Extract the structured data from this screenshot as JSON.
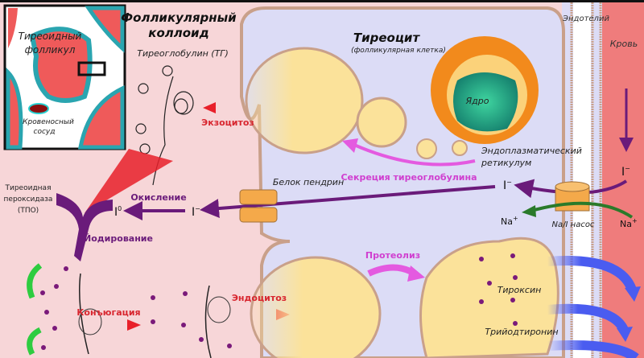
{
  "colloid": {
    "title_line1": "Фолликулярный",
    "title_line2": "коллоид",
    "thyroglobulin": "Тиреоглобулин (ТГ)"
  },
  "inset": {
    "follicle_line1": "Тиреоидный",
    "follicle_line2": "фолликул",
    "vessel_line1": "Кровеносный",
    "vessel_line2": "сосуд"
  },
  "tpo": {
    "line1": "Тиреоидная",
    "line2": "пероксидаза",
    "line3": "(ТПО)"
  },
  "processes": {
    "exocytosis": "Экзоцитоз",
    "oxidation": "Окисление",
    "iodination": "Йодирование",
    "conjugation": "Конъюгация",
    "endocytosis": "Эндоцитоз",
    "secretion": "Секреция тиреоглобулина",
    "proteolysis": "Протеолиз"
  },
  "ions": {
    "i0": "I",
    "i0_sup": "0",
    "i_minus": "I",
    "minus": "−",
    "na": "Na",
    "plus": "+"
  },
  "cell": {
    "title": "Тиреоцит",
    "subtitle": "(фолликулярная клетка)",
    "nucleus": "Ядро",
    "er_line1": "Эндоплазматический",
    "er_line2": "ретикулум",
    "pendrin": "Белок пендрин",
    "pump": "Na/I насос"
  },
  "outside": {
    "endothelium": "Эндотелий",
    "blood": "Кровь"
  },
  "hormones": {
    "thyroxine": "Тироксин",
    "triiodothyronine": "Трийодтиронин"
  },
  "colors": {
    "colloid": "#f7d6d8",
    "cell": "#dcdcf6",
    "blood": "#ef7c7c",
    "iodine": "#6a1b7a",
    "red_arrow": "#e8202a",
    "magenta": "#e45ae0",
    "green": "#2ecc40",
    "blue": "#4a5cf0"
  }
}
